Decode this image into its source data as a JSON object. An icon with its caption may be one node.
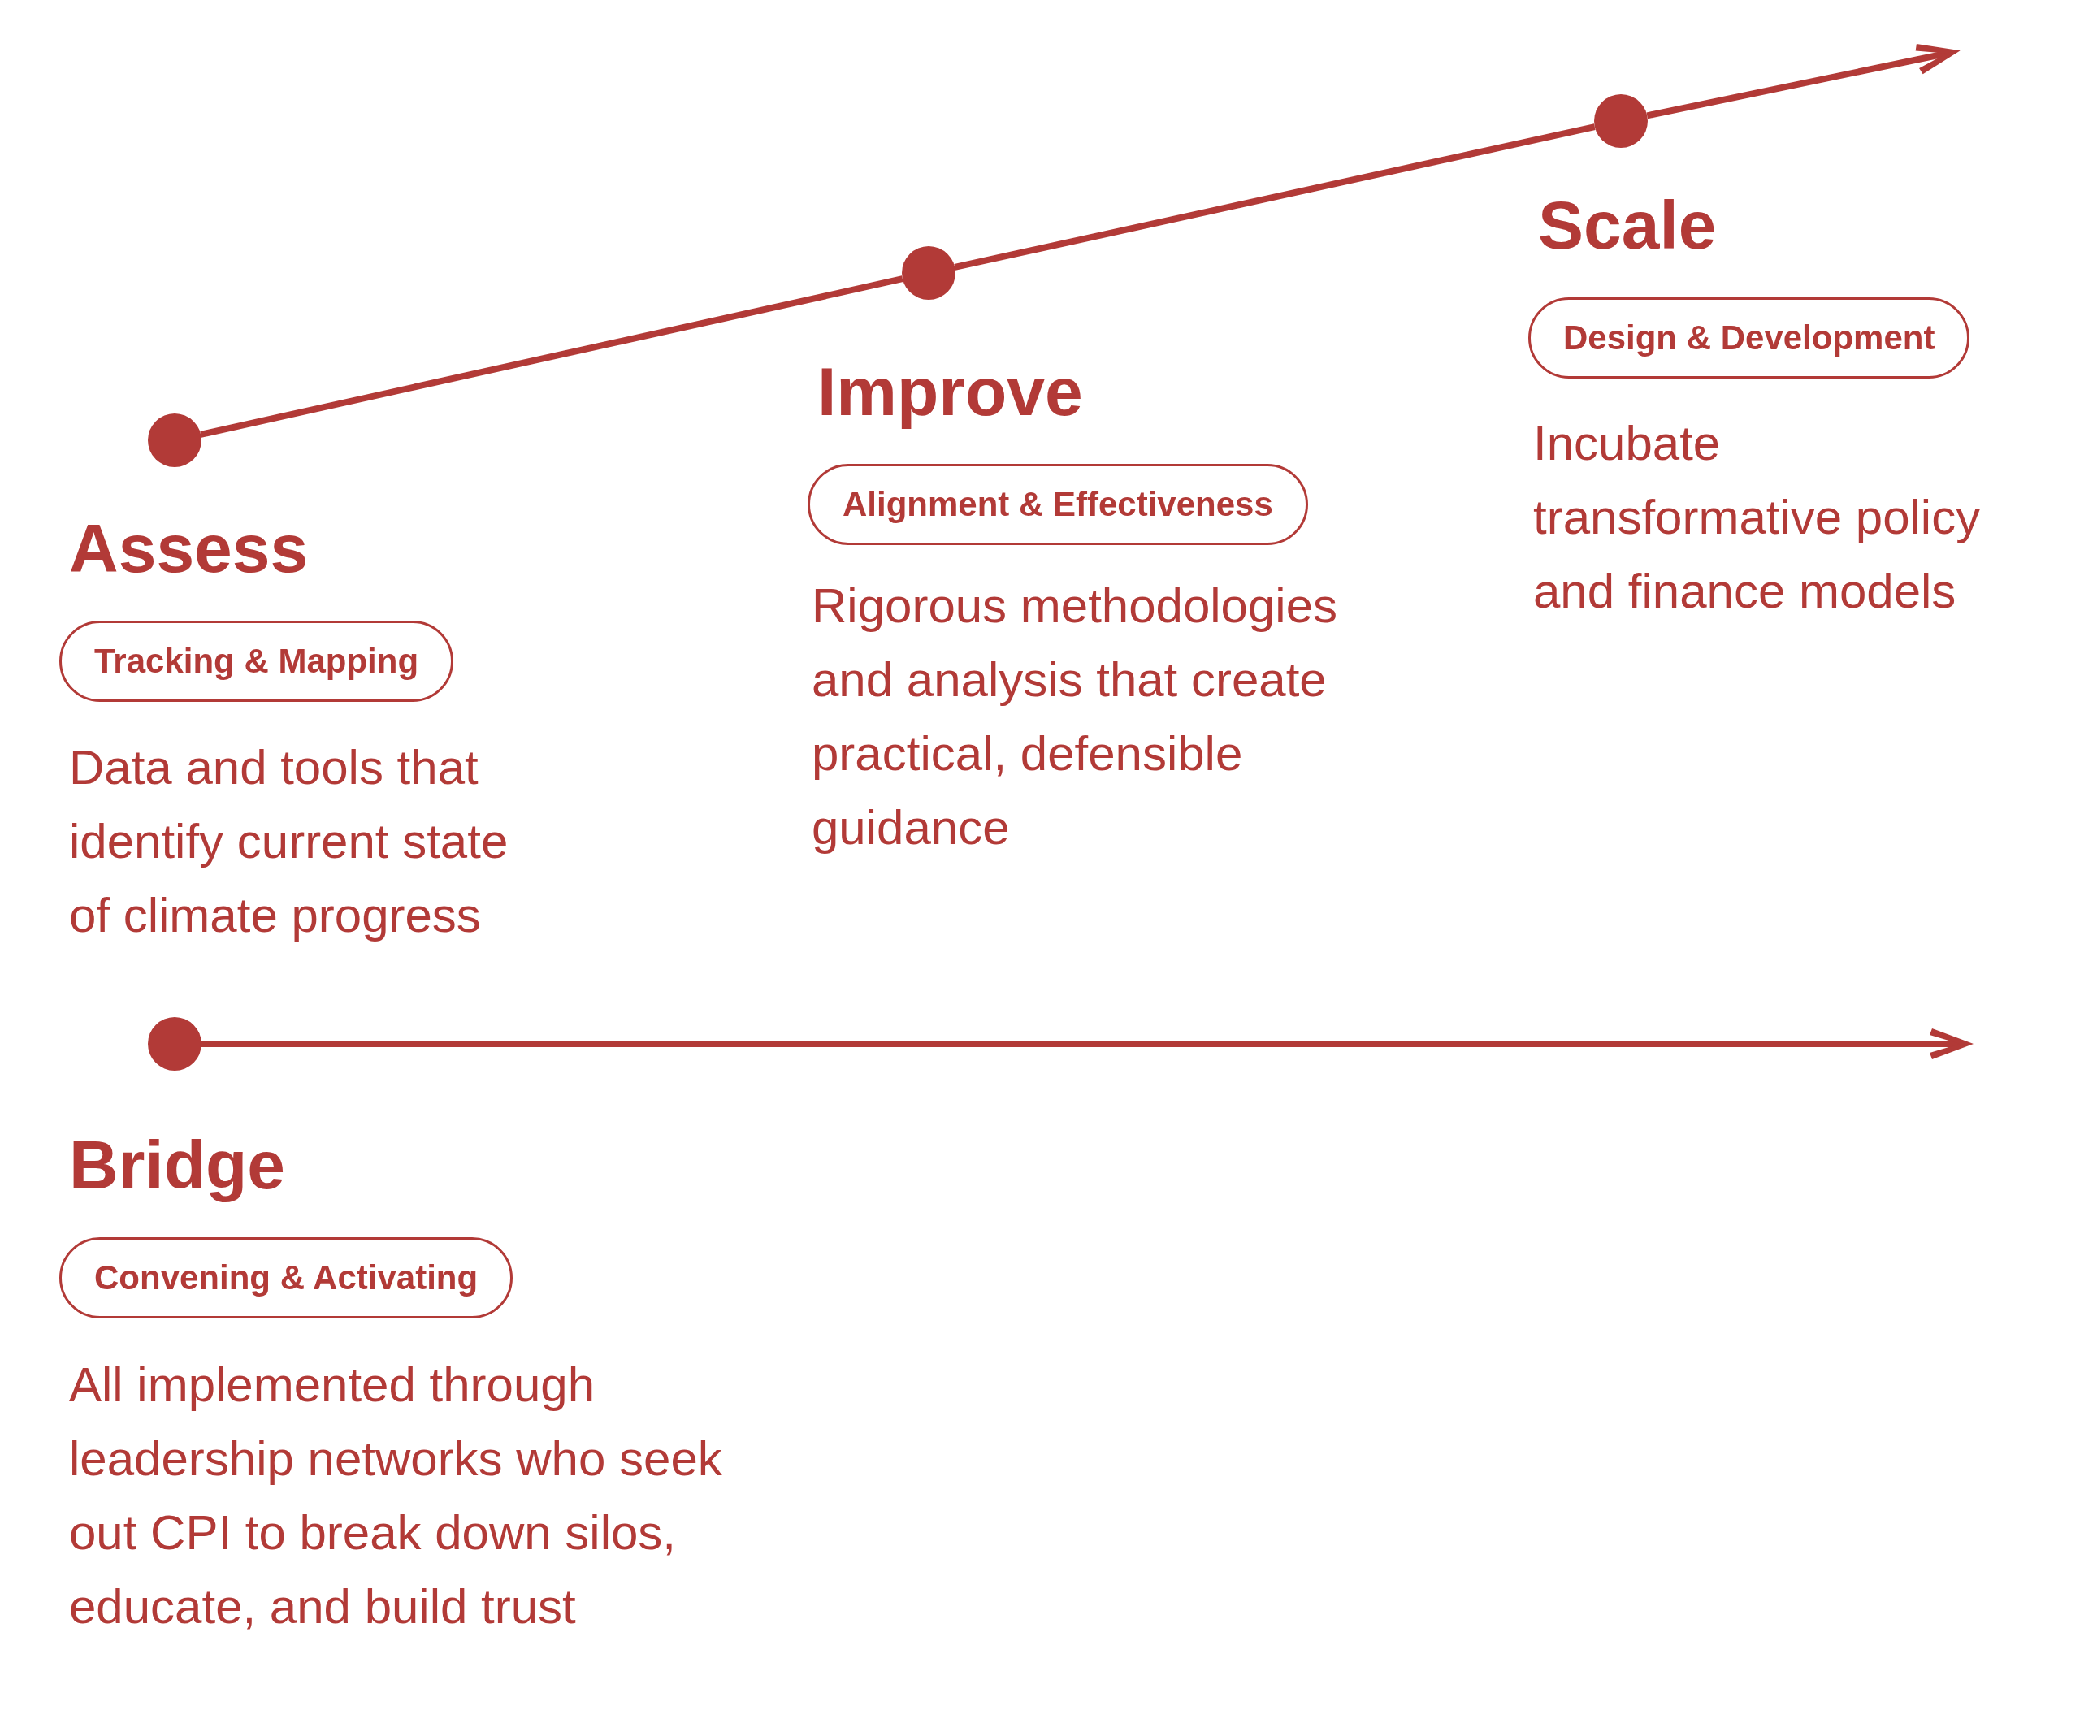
{
  "diagram": {
    "nodes": [
      {
        "text": [],
        "shape": "circle"
      },
      {
        "text": [
          "Assess",
          "Tracking & Mapping"
        ],
        "beside": [
          "Data and tools that identify current state of climate progress"
        ]
      },
      {
        "text": [],
        "shape": "circle"
      },
      {
        "text": [
          "Improve",
          "Alignment & Effectiveness"
        ],
        "beside": [
          "Rigorous methodologies and analysis that create practical, defensible guidance"
        ]
      },
      {
        "text": [],
        "shape": "circle"
      },
      {
        "text": [
          "Scale",
          "Design & Development"
        ],
        "beside": [
          "Incubate transformative policy and finance models"
        ]
      },
      {
        "text": [],
        "shape": "circle"
      },
      {
        "text": [
          "Bridge",
          "Convening & Activating"
        ],
        "beside": [
          "All implemented through leadership networks who seek out CPI to break down silos, educate, and build trust"
        ]
      }
    ],
    "edges": [
      {
        "from": 0,
        "to": 2,
        "arrow": "none"
      },
      {
        "from": 2,
        "to": 4,
        "arrow": "none"
      },
      {
        "from": 4,
        "to": null,
        "arrow": "to"
      },
      {
        "from": 6,
        "to": null,
        "arrow": "to"
      }
    ]
  }
}
